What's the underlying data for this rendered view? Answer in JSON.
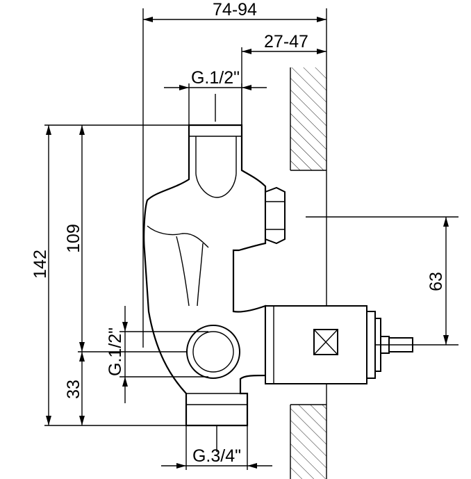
{
  "dimensions": {
    "overall_depth": "74-94",
    "wall_offset": "27-47",
    "top_inlet": "G.1/2\"",
    "height_total": "142",
    "height_upper": "109",
    "height_lower": "33",
    "side_inlet": "G.1/2\"",
    "spindle_height": "63",
    "bottom_outlet": "G.3/4\""
  },
  "colors": {
    "line": "#000000",
    "background": "#ffffff"
  }
}
